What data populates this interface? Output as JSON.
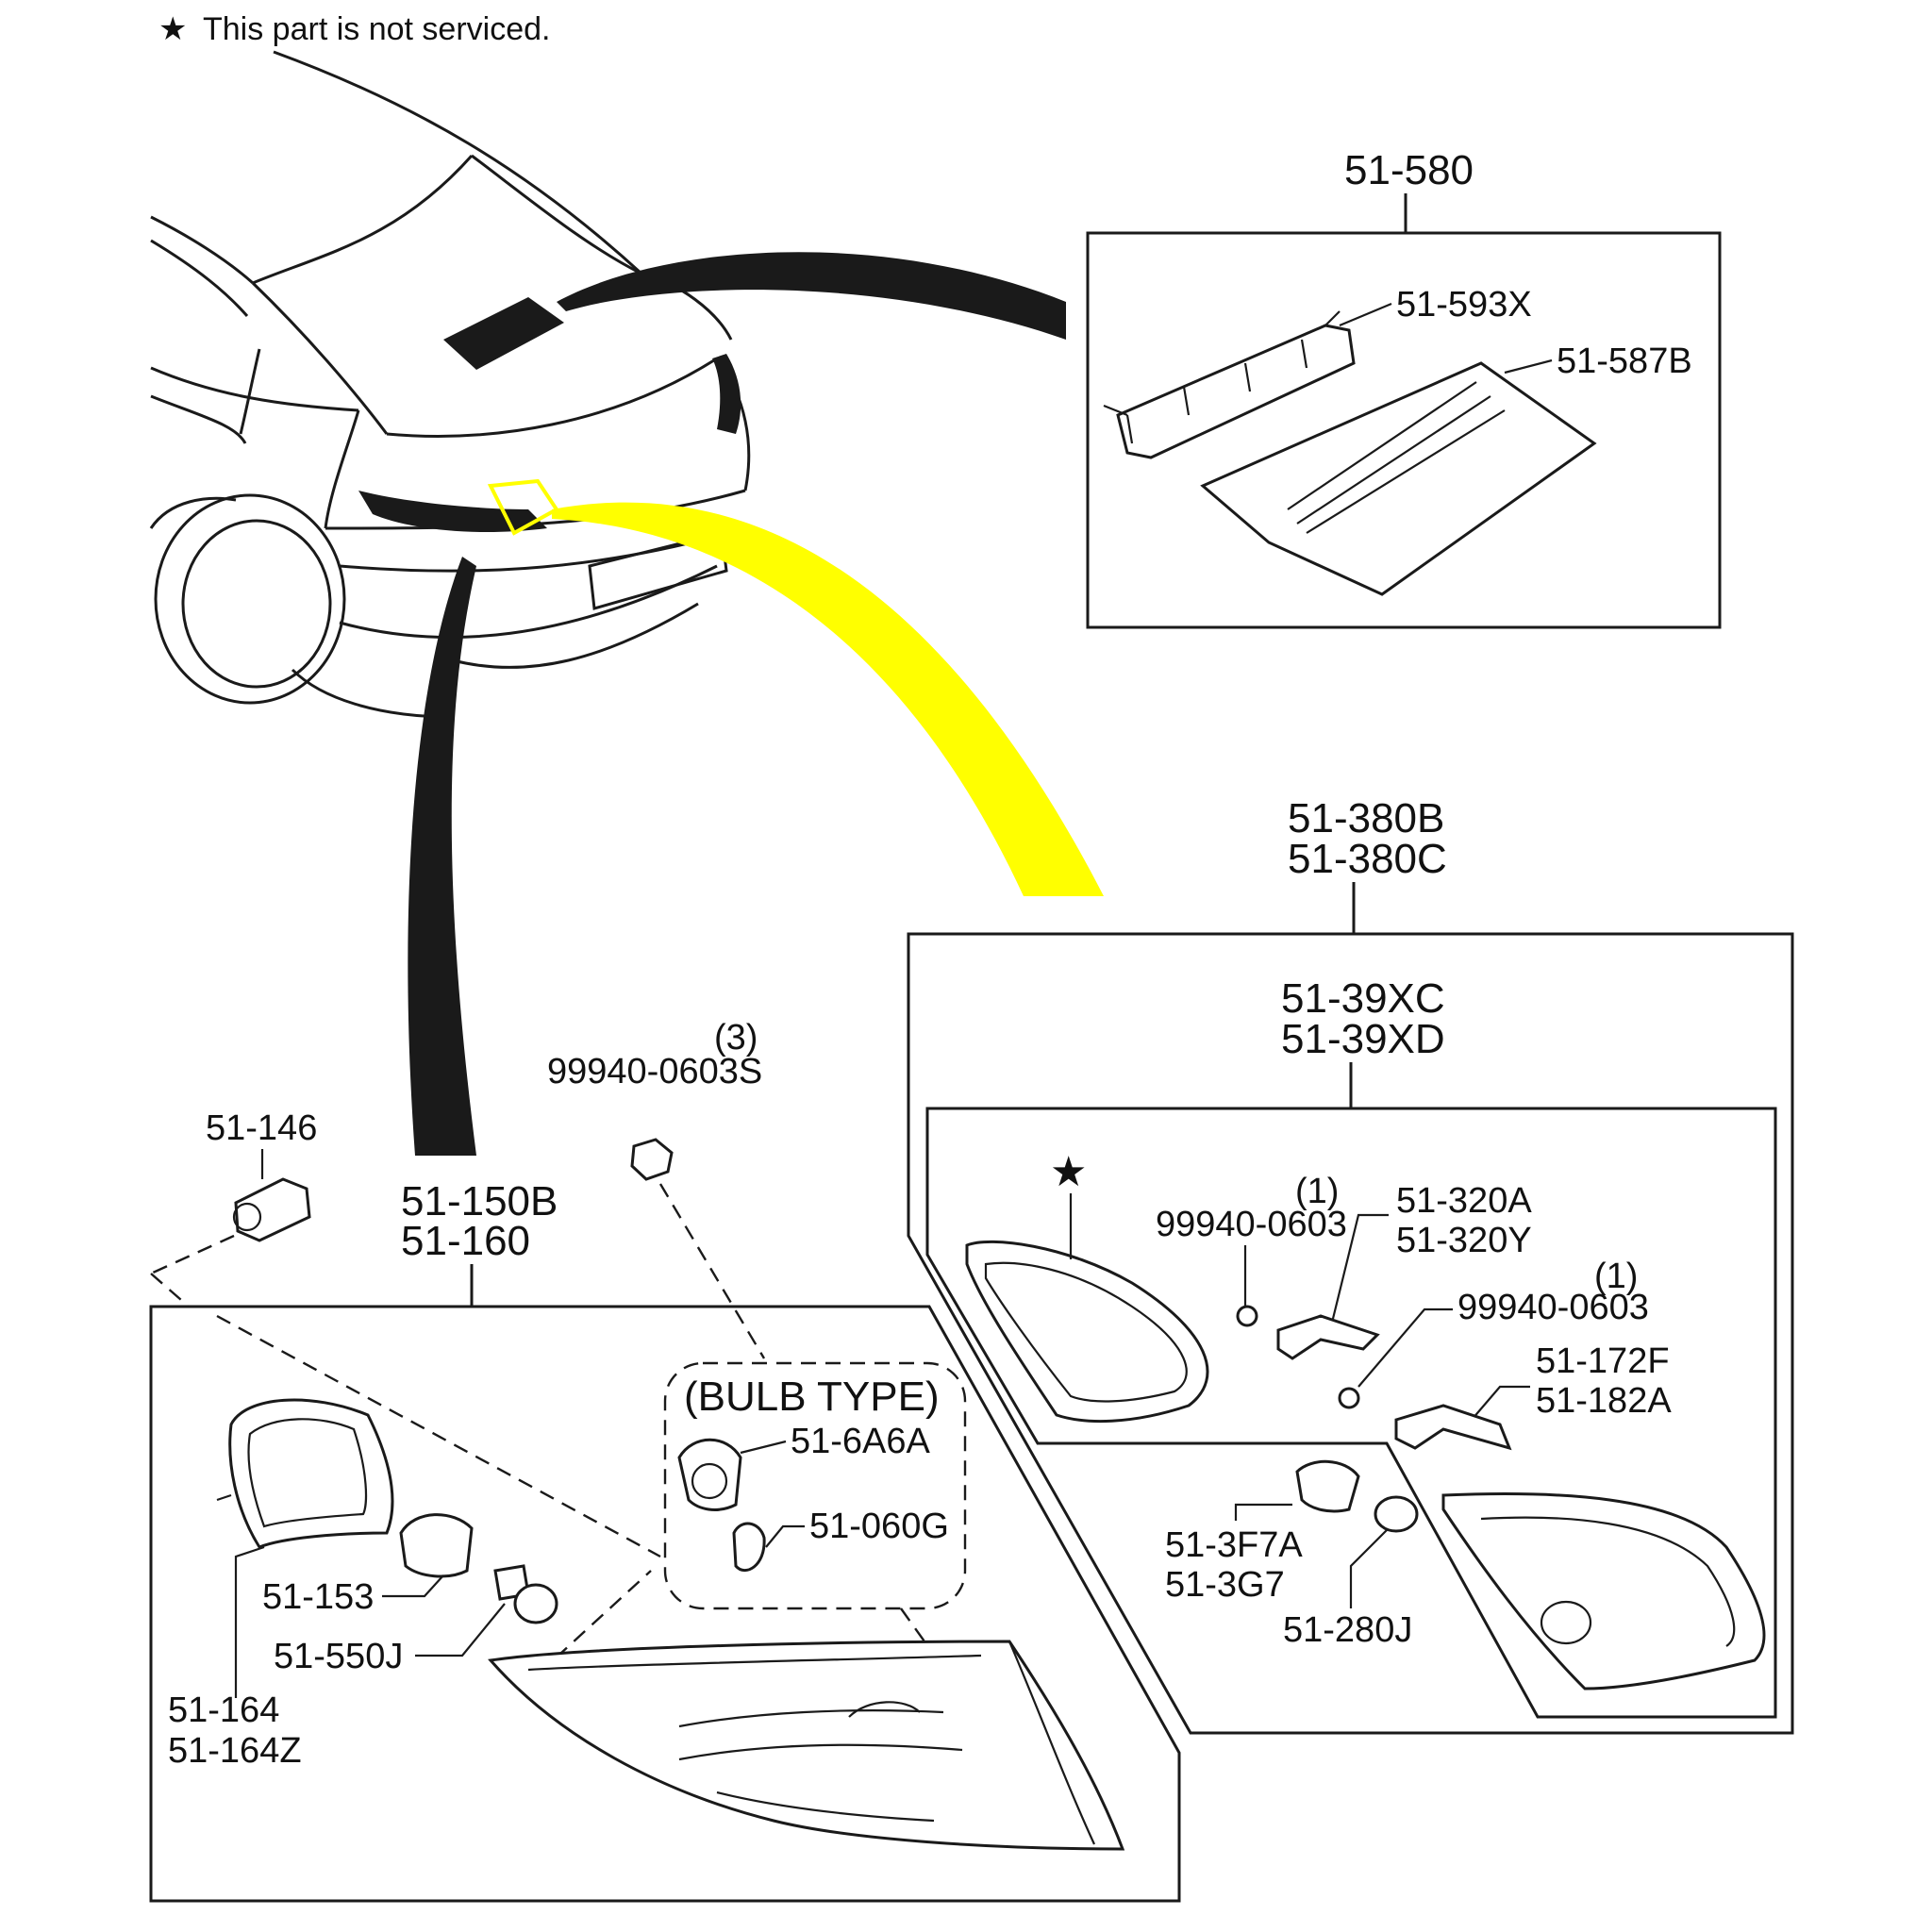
{
  "note": {
    "symbol": "★",
    "text": "This part is not serviced."
  },
  "colors": {
    "highlight": "#ffff00",
    "ink": "#1a1a1a"
  },
  "icons": {
    "star": "star-icon"
  },
  "callouts": {
    "c_51_580": "51-580",
    "c_51_593X": "51-593X",
    "c_51_587B": "51-587B",
    "c_51_380B": "51-380B",
    "c_51_380C": "51-380C",
    "c_51_39XC": "51-39XC",
    "c_51_39XD": "51-39XD",
    "c_99940_0603_a": "99940-0603",
    "c_qty_a": "(1)",
    "c_51_320A": "51-320A",
    "c_51_320Y": "51-320Y",
    "c_99940_0603_b": "99940-0603",
    "c_qty_b": "(1)",
    "c_51_172F": "51-172F",
    "c_51_182A": "51-182A",
    "c_51_3F7A": "51-3F7A",
    "c_51_3G7": "51-3G7",
    "c_51_280J": "51-280J",
    "c_99940_0603S": "99940-0603S",
    "c_qty_c": "(3)",
    "c_51_146": "51-146",
    "c_51_150B": "51-150B",
    "c_51_160": "51-160",
    "c_bulb_type": "(BULB TYPE)",
    "c_51_6A6A": "51-6A6A",
    "c_51_060G": "51-060G",
    "c_51_153": "51-153",
    "c_51_550J": "51-550J",
    "c_51_164": "51-164",
    "c_51_164Z": "51-164Z"
  }
}
